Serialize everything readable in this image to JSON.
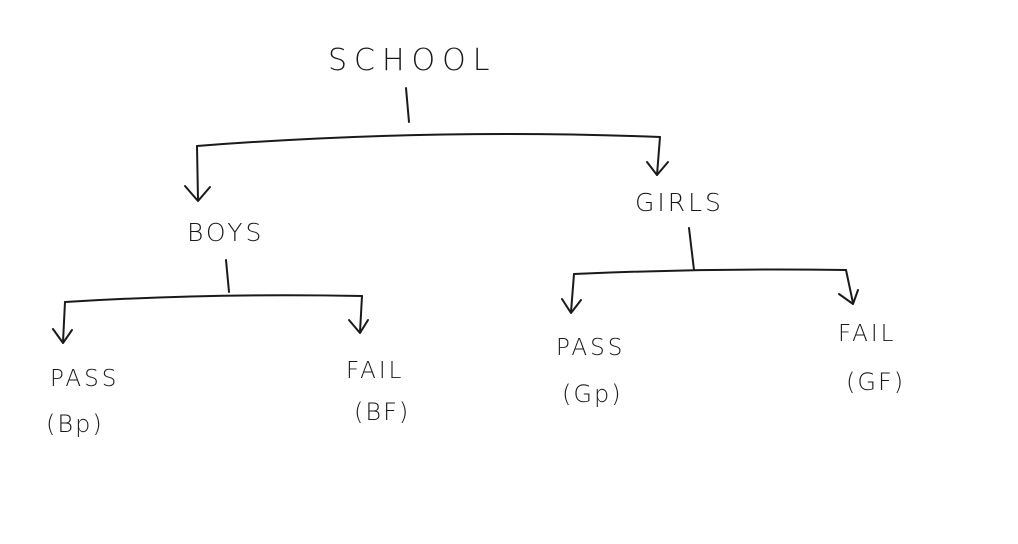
{
  "nodes": {
    "root": {
      "label": "SCHOOL"
    },
    "boys": {
      "label": "BOYS"
    },
    "girls": {
      "label": "GIRLS"
    },
    "boys_pass": {
      "label": "PASS",
      "sub": "(Bp)"
    },
    "boys_fail": {
      "label": "FAIL",
      "sub": "(BF)"
    },
    "girls_pass": {
      "label": "PASS",
      "sub": "(Gp)"
    },
    "girls_fail": {
      "label": "FAIL",
      "sub": "(GF)"
    }
  },
  "colors": {
    "ink": "#1a1a1a",
    "background": "#ffffff"
  }
}
